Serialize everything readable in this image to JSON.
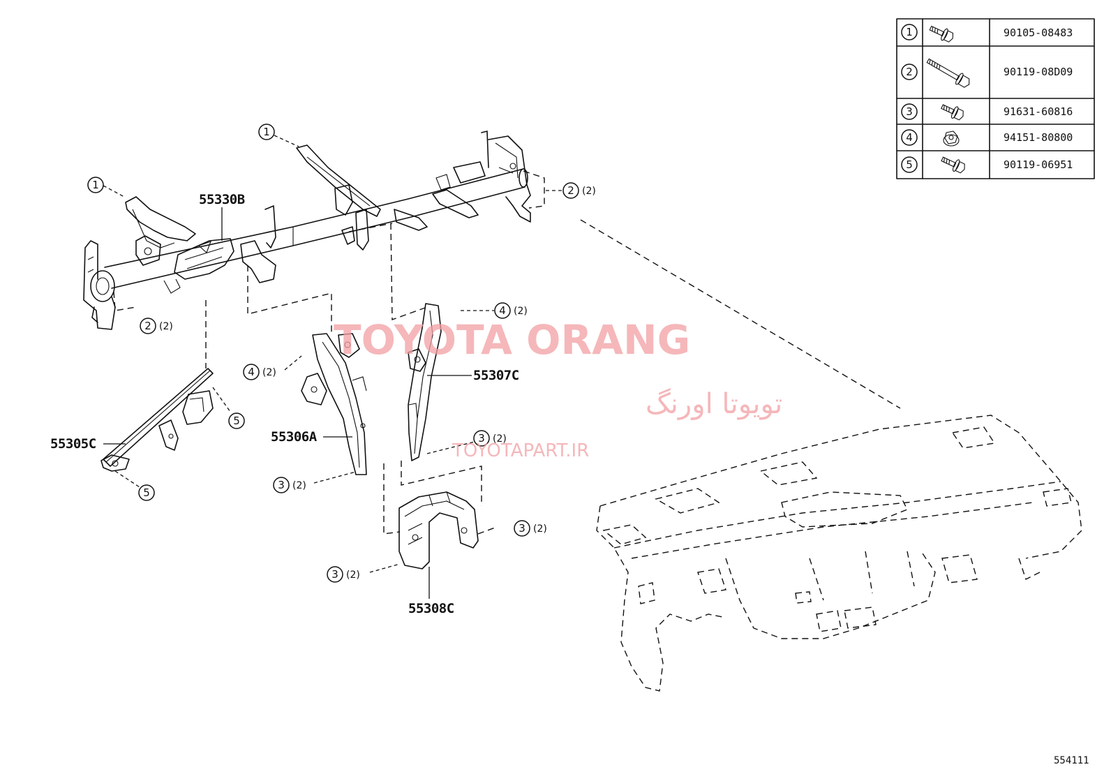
{
  "fastener_table": [
    {
      "ref": "1",
      "part_no": "90105-08483",
      "icon": "hex-flange-bolt-icon"
    },
    {
      "ref": "2",
      "part_no": "90119-08D09",
      "icon": "long-hex-bolt-icon"
    },
    {
      "ref": "3",
      "part_no": "91631-60816",
      "icon": "hex-flange-bolt-icon"
    },
    {
      "ref": "4",
      "part_no": "94151-80800",
      "icon": "hex-flange-nut-icon"
    },
    {
      "ref": "5",
      "part_no": "90119-06951",
      "icon": "hex-flange-bolt-icon"
    }
  ],
  "parts": {
    "reinforcement": "55330B",
    "brace_left": "55305C",
    "brace_center_left": "55306A",
    "brace_center_right": "55307C",
    "brace_lower": "55308C"
  },
  "callouts": [
    {
      "ref": "1",
      "qty": ""
    },
    {
      "ref": "1",
      "qty": ""
    },
    {
      "ref": "2",
      "qty": "(2)"
    },
    {
      "ref": "2",
      "qty": "(2)"
    },
    {
      "ref": "4",
      "qty": "(2)"
    },
    {
      "ref": "4",
      "qty": "(2)"
    },
    {
      "ref": "5",
      "qty": ""
    },
    {
      "ref": "5",
      "qty": ""
    },
    {
      "ref": "3",
      "qty": "(2)"
    },
    {
      "ref": "3",
      "qty": "(2)"
    },
    {
      "ref": "3",
      "qty": "(2)"
    },
    {
      "ref": "3",
      "qty": "(2)"
    }
  ],
  "watermark": {
    "brand": "TOYOTA ORANG",
    "brand_fa": "تویوتا اورنگ",
    "url": "TOYOTAPART.IR"
  },
  "illustration_no": "554111",
  "colors": {
    "ink": "#111111",
    "watermark": "#f2a0a4",
    "background": "#ffffff"
  }
}
